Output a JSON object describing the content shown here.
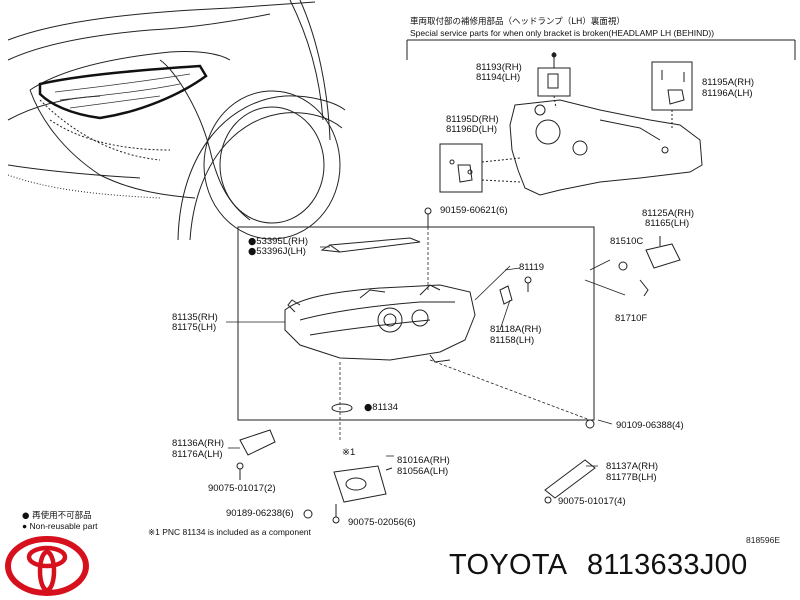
{
  "header": {
    "title_jp": "車両取付部の補修用部品（ヘッドランプ（LH）裏面視）",
    "title_en": "Special service parts for when only bracket is broken(HEADLAMP LH (BEHIND))"
  },
  "parts": {
    "p81193": "81193(RH)",
    "p81194": "81194(LH)",
    "p81195A": "81195A(RH)",
    "p81196A": "81196A(LH)",
    "p81195D": "81195D(RH)",
    "p81196D": "81196D(LH)",
    "p90159": "90159-60621(6)",
    "p81125A": "81125A(RH)",
    "p81165": "81165(LH)",
    "p53395L": "53395L(RH)",
    "p53396J": "53396J(LH)",
    "p81510C": "81510C",
    "p81119": "81119",
    "p81710F": "81710F",
    "p81135": "81135(RH)",
    "p81175": "81175(LH)",
    "p81118A": "81118A(RH)",
    "p81158": "81158(LH)",
    "p81134": "81134",
    "p90109": "90109-06388(4)",
    "p81136A": "81136A(RH)",
    "p81176A": "81176A(LH)",
    "p81016A": "81016A(RH)",
    "p81056A": "81056A(LH)",
    "p81137A": "81137A(RH)",
    "p81177B": "81177B(LH)",
    "p90075a": "90075-01017(2)",
    "p90075b": "90075-01017(4)",
    "p90189": "90189-06238(6)",
    "p90075c": "90075-02056(6)",
    "ast": "※1"
  },
  "legend": {
    "bullet_label": "● 再使用不可部品",
    "bullet_label_en": "● Non-reusable part",
    "note": "※1 PNC 81134 is included as a component"
  },
  "diagram_code": "818596E",
  "brand": "TOYOTA",
  "part_number": "8113633J00",
  "colors": {
    "toyota_red": "#d7101d",
    "line": "#222222"
  }
}
